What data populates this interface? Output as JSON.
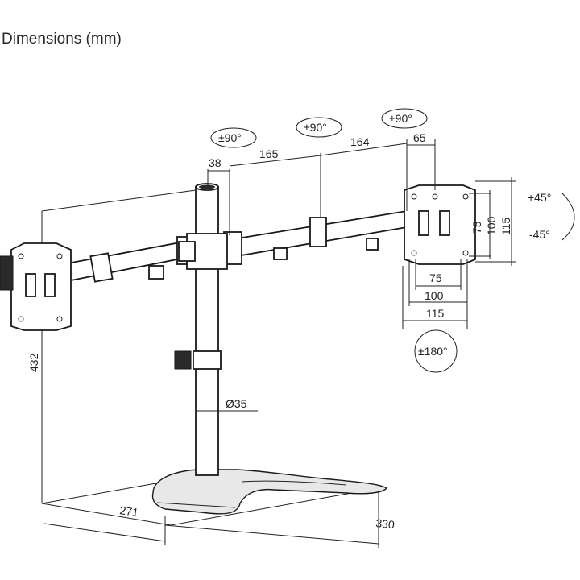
{
  "title": "Dimensions (mm)",
  "dimensions": {
    "total_height": "432",
    "base_depth": "271",
    "base_width": "330",
    "pole_diameter": "Ø35",
    "arm_offset": "38",
    "arm_segment_1": "165",
    "arm_segment_2": "164",
    "head_offset": "65",
    "vesa_75": "75",
    "vesa_100": "100",
    "vesa_115": "115"
  },
  "rotations": {
    "swivel_left": "±90°",
    "swivel_middle": "±90°",
    "swivel_right": "±90°",
    "tilt_up": "+45°",
    "tilt_down": "-45°",
    "rotate": "±180°"
  }
}
